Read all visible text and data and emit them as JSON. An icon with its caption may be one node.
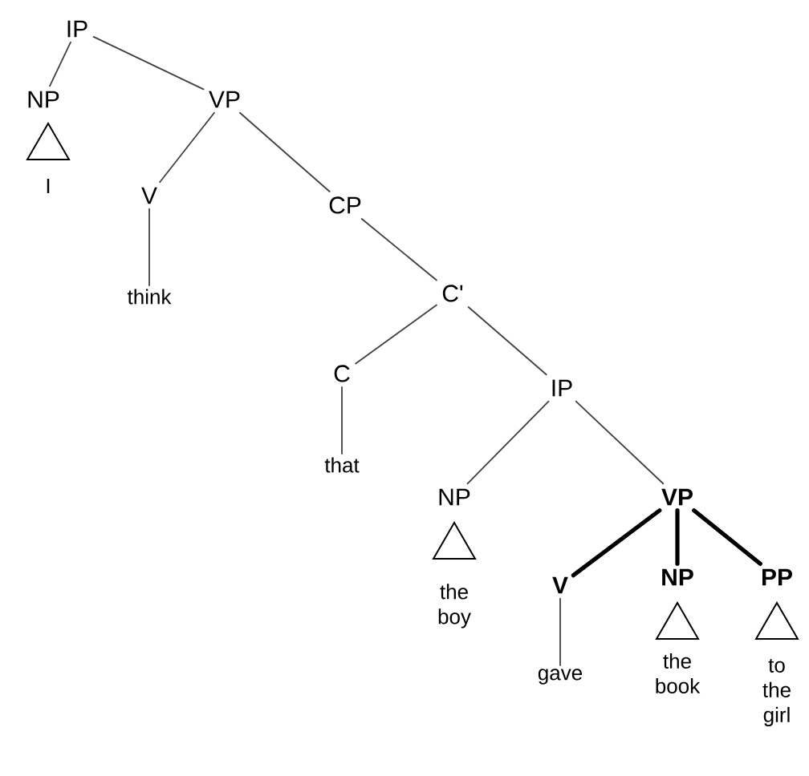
{
  "diagram": {
    "nodes": [
      {
        "text": [
          "IP"
        ]
      },
      {
        "text": [
          "NP"
        ]
      },
      {
        "text": [
          "VP"
        ]
      },
      {
        "text": [],
        "shape": "triangle"
      },
      {
        "text": [
          "I"
        ]
      },
      {
        "text": [
          "V"
        ]
      },
      {
        "text": [
          "think"
        ]
      },
      {
        "text": [
          "CP"
        ]
      },
      {
        "text": [
          "C'"
        ]
      },
      {
        "text": [
          "C"
        ]
      },
      {
        "text": [
          "that"
        ]
      },
      {
        "text": [
          "IP"
        ]
      },
      {
        "text": [
          "NP"
        ]
      },
      {
        "text": [],
        "shape": "triangle"
      },
      {
        "text": [
          "the boy"
        ]
      },
      {
        "text": [
          "VP"
        ]
      },
      {
        "text": [
          "V"
        ]
      },
      {
        "text": [
          "gave"
        ]
      },
      {
        "text": [
          "NP"
        ]
      },
      {
        "text": [],
        "shape": "triangle"
      },
      {
        "text": [
          "the book"
        ]
      },
      {
        "text": [
          "PP"
        ]
      },
      {
        "text": [],
        "shape": "triangle"
      },
      {
        "text": [
          "to the girl"
        ]
      }
    ],
    "edges": [
      {
        "from": 0,
        "to": 1,
        "arrow": "none"
      },
      {
        "from": 0,
        "to": 2,
        "arrow": "none"
      },
      {
        "from": 2,
        "to": 5,
        "arrow": "none"
      },
      {
        "from": 5,
        "to": 6,
        "arrow": "none"
      },
      {
        "from": 2,
        "to": 7,
        "arrow": "none"
      },
      {
        "from": 7,
        "to": 8,
        "arrow": "none"
      },
      {
        "from": 8,
        "to": 9,
        "arrow": "none"
      },
      {
        "from": 9,
        "to": 10,
        "arrow": "none"
      },
      {
        "from": 8,
        "to": 11,
        "arrow": "none"
      },
      {
        "from": 11,
        "to": 12,
        "arrow": "none"
      },
      {
        "from": 11,
        "to": 15,
        "arrow": "none"
      },
      {
        "from": 15,
        "to": 16,
        "arrow": "none",
        "style": "thick"
      },
      {
        "from": 15,
        "to": 18,
        "arrow": "none",
        "style": "thick"
      },
      {
        "from": 15,
        "to": 21,
        "arrow": "none",
        "style": "thick"
      },
      {
        "from": 16,
        "to": 17,
        "arrow": "none"
      }
    ]
  }
}
